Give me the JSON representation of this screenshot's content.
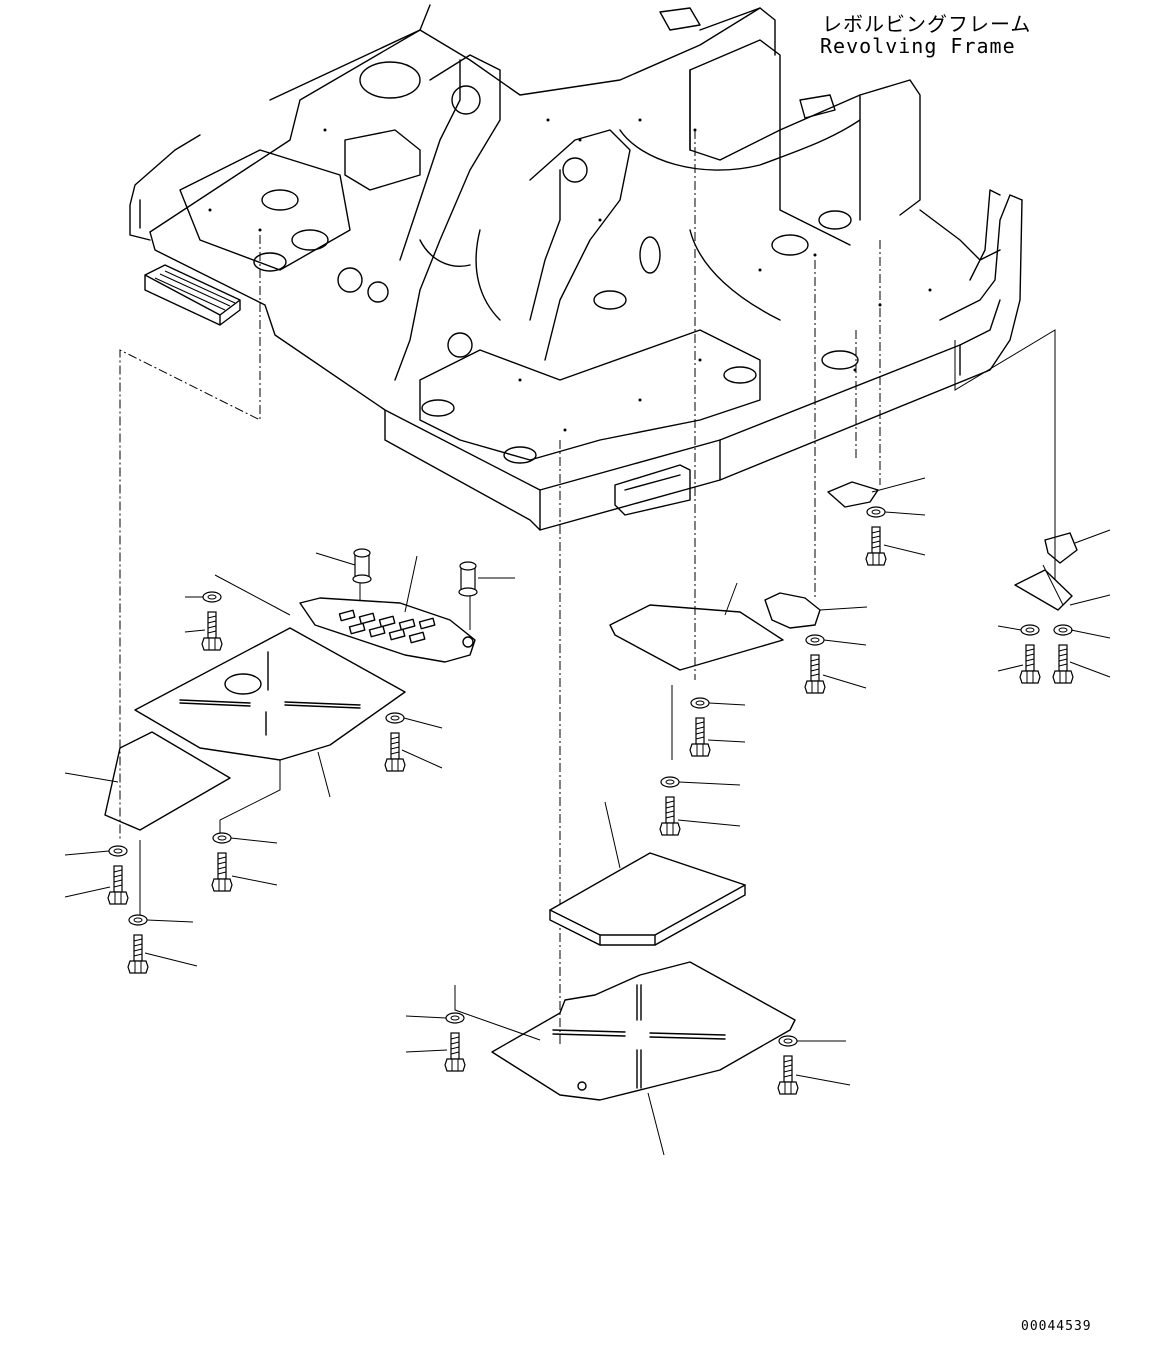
{
  "drawing": {
    "title_jp": "レボルビングフレーム",
    "title_en": "Revolving Frame",
    "reference_number": "00044539"
  },
  "colors": {
    "line": "#000000",
    "background": "#ffffff"
  }
}
